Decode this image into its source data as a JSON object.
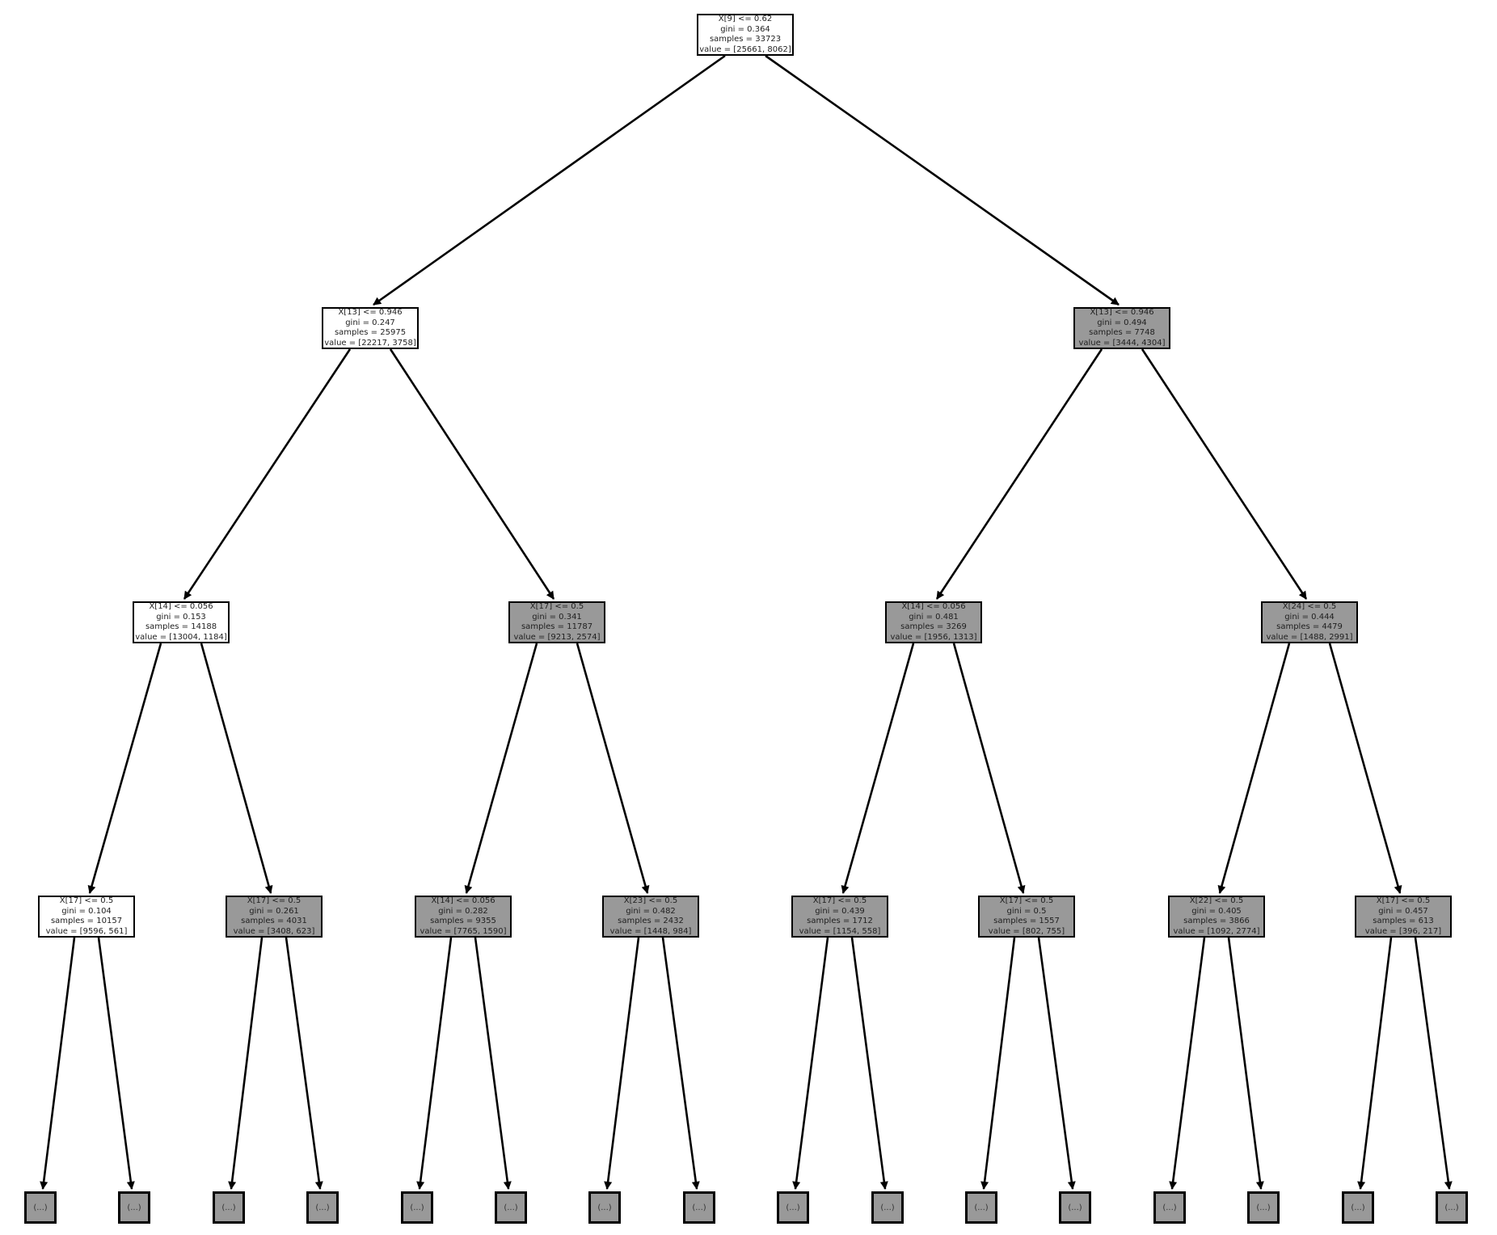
{
  "figure": {
    "type": "decision-tree-plot",
    "criterion": "gini",
    "classes": 2,
    "depth_shown": 4,
    "leaf_placeholder": "(...)"
  },
  "colors": {
    "node_fill_light": "#ffffff",
    "node_fill_gray": "#999999",
    "border": "#000000",
    "edge": "#000000"
  },
  "nodes": [
    {
      "condition": "X[9] <= 0.62",
      "gini": "gini = 0.364",
      "samples": "samples = 33723",
      "value": "value = [25661, 8062]",
      "fill": "white"
    },
    {
      "condition": "X[13] <= 0.946",
      "gini": "gini = 0.247",
      "samples": "samples = 25975",
      "value": "value = [22217, 3758]",
      "fill": "white"
    },
    {
      "condition": "X[13] <= 0.946",
      "gini": "gini = 0.494",
      "samples": "samples = 7748",
      "value": "value = [3444, 4304]",
      "fill": "gray"
    },
    {
      "condition": "X[14] <= 0.056",
      "gini": "gini = 0.153",
      "samples": "samples = 14188",
      "value": "value = [13004, 1184]",
      "fill": "white"
    },
    {
      "condition": "X[17] <= 0.5",
      "gini": "gini = 0.341",
      "samples": "samples = 11787",
      "value": "value = [9213, 2574]",
      "fill": "gray"
    },
    {
      "condition": "X[14] <= 0.056",
      "gini": "gini = 0.481",
      "samples": "samples = 3269",
      "value": "value = [1956, 1313]",
      "fill": "gray"
    },
    {
      "condition": "X[24] <= 0.5",
      "gini": "gini = 0.444",
      "samples": "samples = 4479",
      "value": "value = [1488, 2991]",
      "fill": "gray"
    },
    {
      "condition": "X[17] <= 0.5",
      "gini": "gini = 0.104",
      "samples": "samples = 10157",
      "value": "value = [9596, 561]",
      "fill": "white"
    },
    {
      "condition": "X[17] <= 0.5",
      "gini": "gini = 0.261",
      "samples": "samples = 4031",
      "value": "value = [3408, 623]",
      "fill": "gray"
    },
    {
      "condition": "X[14] <= 0.056",
      "gini": "gini = 0.282",
      "samples": "samples = 9355",
      "value": "value = [7765, 1590]",
      "fill": "gray"
    },
    {
      "condition": "X[23] <= 0.5",
      "gini": "gini = 0.482",
      "samples": "samples = 2432",
      "value": "value = [1448, 984]",
      "fill": "gray"
    },
    {
      "condition": "X[17] <= 0.5",
      "gini": "gini = 0.439",
      "samples": "samples = 1712",
      "value": "value = [1154, 558]",
      "fill": "gray"
    },
    {
      "condition": "X[17] <= 0.5",
      "gini": "gini = 0.5",
      "samples": "samples = 1557",
      "value": "value = [802, 755]",
      "fill": "gray"
    },
    {
      "condition": "X[22] <= 0.5",
      "gini": "gini = 0.405",
      "samples": "samples = 3866",
      "value": "value = [1092, 2774]",
      "fill": "gray"
    },
    {
      "condition": "X[17] <= 0.5",
      "gini": "gini = 0.457",
      "samples": "samples = 613",
      "value": "value = [396, 217]",
      "fill": "gray"
    }
  ],
  "leaf": {
    "label": "(...)"
  }
}
